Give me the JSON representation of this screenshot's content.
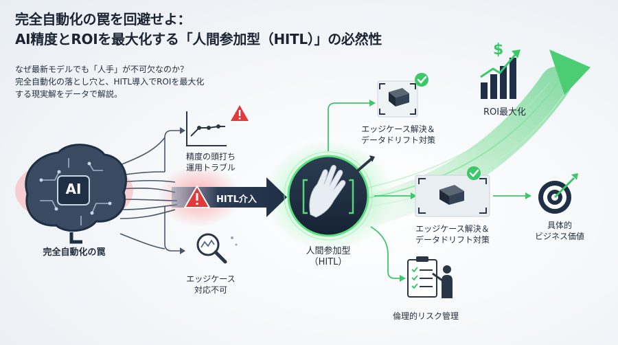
{
  "title": {
    "line1": "完全自動化の罠を回避せよ：",
    "line2": "AI精度とROIを最大化する「人間参加型（HITL）」の必然性"
  },
  "subtitle": {
    "line1": "なぜ最新モデルでも「人手」が不可欠なのか？",
    "line2": "完全自動化の落とし穴と、HITL導入でROIを最大化",
    "line3": "する現実解をデータで解説。"
  },
  "brain": {
    "badge": "AI",
    "label": "完全自動化の罠"
  },
  "problems": [
    {
      "line1": "精度の頭打ち",
      "line2": "運用トラブル",
      "icon": "line-chart-warning-icon"
    },
    {
      "line1": "エッジケース",
      "line2": "対応不可",
      "icon": "magnifier-icon"
    }
  ],
  "hitl_arrow": {
    "label": "HITL介入"
  },
  "hitl_circle": {
    "line1": "人間参加型",
    "line2": "（HITL）"
  },
  "outcomes": [
    {
      "line1": "エッジケース解決＆",
      "line2": "データドリフト対策"
    },
    {
      "line1": "エッジケース解決＆",
      "line2": "データドリフト対策"
    },
    {
      "line1": "倫理的リスク管理"
    }
  ],
  "roi": {
    "label": "ROI最大化",
    "symbol": "$"
  },
  "business": {
    "line1": "具体的",
    "line2": "ビジネス価値"
  },
  "colors": {
    "accent_green": "#3cc86a",
    "navy": "#1f2f45",
    "warning_red": "#e03a3a"
  }
}
